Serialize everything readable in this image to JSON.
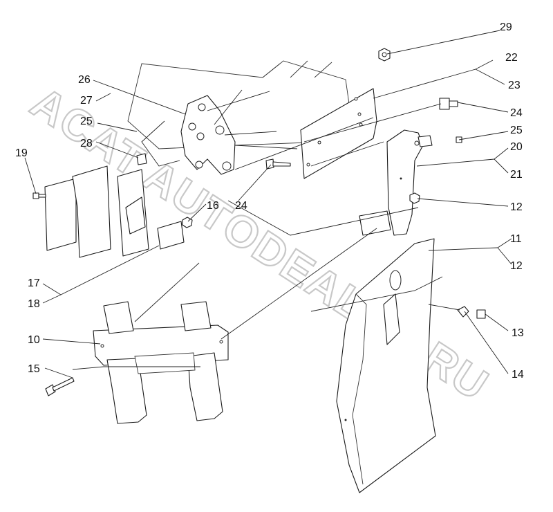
{
  "watermark": "ACAT.AUTODEALER.RU",
  "callouts": {
    "c10": "10",
    "c11": "11",
    "c12a": "12",
    "c12b": "12",
    "c13": "13",
    "c14": "14",
    "c15": "15",
    "c16": "16",
    "c17": "17",
    "c18": "18",
    "c19": "19",
    "c20": "20",
    "c21": "21",
    "c22": "22",
    "c23": "23",
    "c24a": "24",
    "c24b": "24",
    "c25a": "25",
    "c25b": "25",
    "c26": "26",
    "c27": "27",
    "c28": "28",
    "c29": "29"
  }
}
